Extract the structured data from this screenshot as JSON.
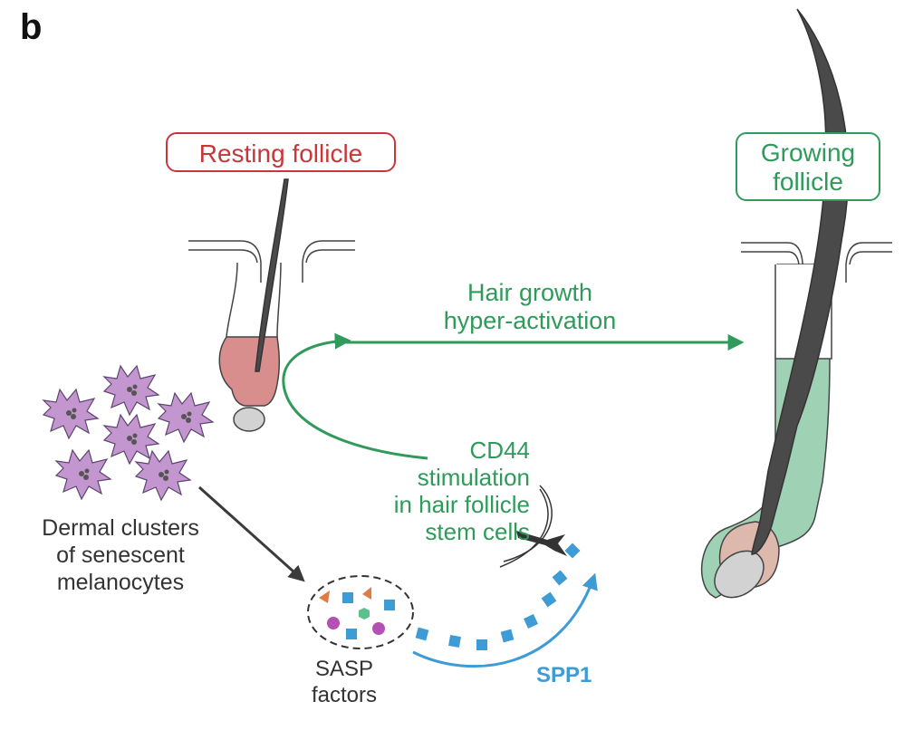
{
  "panel_label": "b",
  "labels": {
    "resting_follicle": "Resting follicle",
    "growing_follicle": [
      "Growing",
      "follicle"
    ],
    "hair_growth": [
      "Hair growth",
      "hyper-activation"
    ],
    "cd44": [
      "CD44",
      "stimulation",
      "in hair follicle",
      "stem cells"
    ],
    "dermal_clusters": [
      "Dermal clusters",
      "of senescent",
      "melanocytes"
    ],
    "sasp": [
      "SASP",
      "factors"
    ],
    "spp1": "SPP1"
  },
  "colors": {
    "green": "#2f9a5a",
    "red": "#c8363b",
    "blue": "#3d9bd6",
    "melanocyte": "#c496cf",
    "dark": "#3b3b3b",
    "resting_bulb": "#d98e8e",
    "growing_sheath": "#9fd2b4"
  }
}
